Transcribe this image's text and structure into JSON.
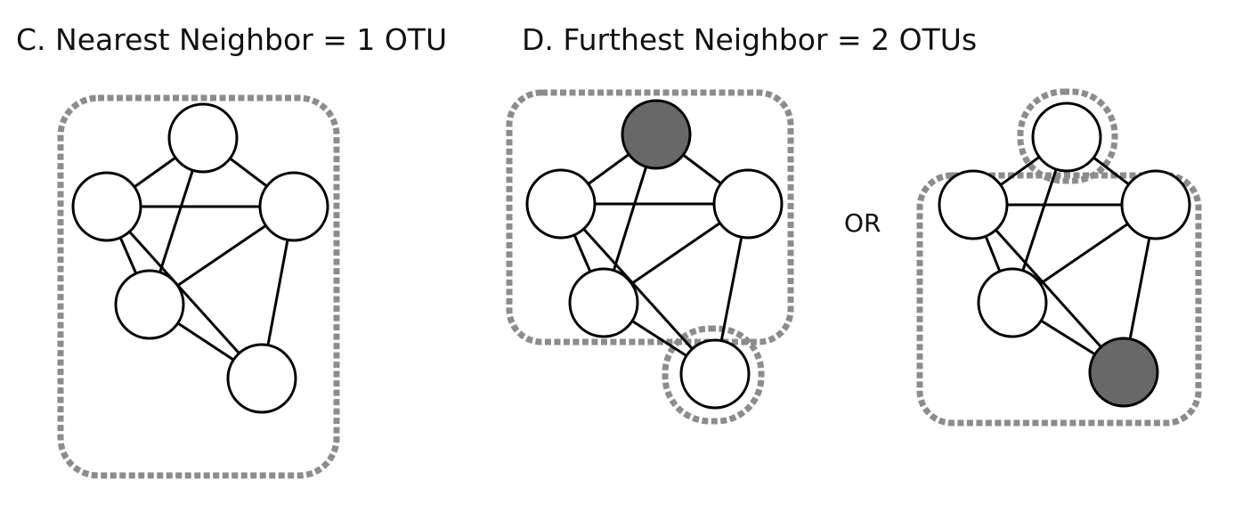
{
  "titles": {
    "panel_c": "C. Nearest Neighbor = 1 OTU",
    "panel_d": "D. Furthest Neighbor =  2 OTUs"
  },
  "or_label": "OR",
  "colors": {
    "node_fill": "#ffffff",
    "node_highlight_fill": "#686868",
    "boundary": "#8c8c8c",
    "edge": "#000000"
  }
}
